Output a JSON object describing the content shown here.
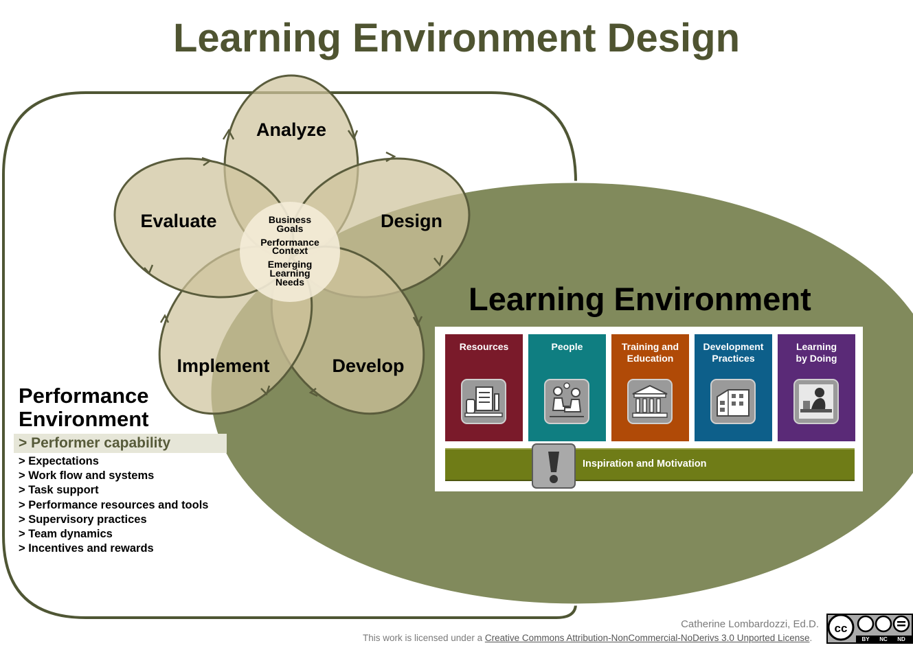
{
  "title": "Learning Environment Design",
  "cycle": {
    "phases": [
      "Analyze",
      "Design",
      "Develop",
      "Implement",
      "Evaluate"
    ],
    "center_lines": [
      "Business",
      "Goals",
      "Performance",
      "Context",
      "Emerging",
      "Learning",
      "Needs"
    ]
  },
  "performance_environment": {
    "heading_line1": "Performance",
    "heading_line2": "Environment",
    "items": [
      "> Performer capability",
      "> Expectations",
      "> Work flow and systems",
      "> Task support",
      "> Performance resources and tools",
      "> Supervisory practices",
      "> Team dynamics",
      "> Incentives and rewards"
    ]
  },
  "learning_environment": {
    "heading": "Learning Environment",
    "tiles": [
      {
        "label_line1": "Resources",
        "label_line2": "",
        "color": "#7a1a2a",
        "icon": "desk-phone-icon"
      },
      {
        "label_line1": "People",
        "label_line2": "",
        "color": "#0f7e81",
        "icon": "people-meeting-icon"
      },
      {
        "label_line1": "Training and",
        "label_line2": "Education",
        "color": "#b04a07",
        "icon": "building-columns-icon"
      },
      {
        "label_line1": "Development",
        "label_line2": "Practices",
        "color": "#0d5f8a",
        "icon": "office-building-icon"
      },
      {
        "label_line1": "Learning",
        "label_line2": "by Doing",
        "color": "#5a2a77",
        "icon": "person-working-icon"
      }
    ],
    "bar_label": "Inspiration and Motivation",
    "bar_icon": "exclamation-icon"
  },
  "colors": {
    "title": "#4f5431",
    "big_ellipse": "#818a5c",
    "petal_fill": "#cfc39c",
    "petal_stroke": "#5a5c3c"
  },
  "footer": {
    "credit": "Catherine Lombardozzi,  Ed.D.",
    "license_prefix": "This work is licensed under a ",
    "license_link": "Creative Commons Attribution-NonCommercial-NoDerivs 3.0 Unported License",
    "license_suffix": ".",
    "badge_letters": [
      "BY",
      "NC",
      "ND"
    ]
  }
}
